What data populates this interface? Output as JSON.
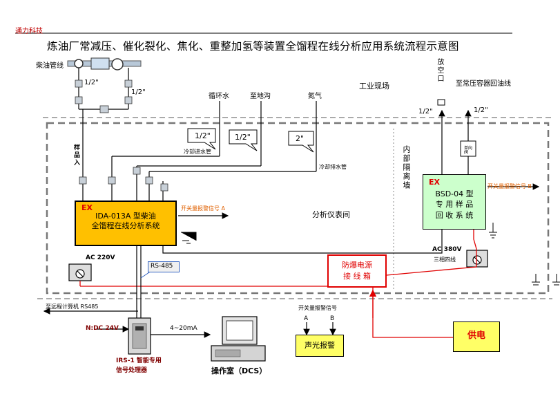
{
  "brand": "通力科技",
  "title": "炼油厂常减压、催化裂化、焦化、重整加氢等装置全馏程在线分析应用系统流程示意图",
  "labels": {
    "diesel_line": "柴油管线",
    "half_inch_a": "1/2\"",
    "half_inch_b": "1/2\"",
    "sample_in": "样品入",
    "circ_water": "循环水",
    "to_drain": "至地沟",
    "nitrogen": "氮气",
    "field": "工业现场",
    "vent": "放空口",
    "to_tank": "至常压容器回油线",
    "half_inch_c": "1/2\"",
    "half_inch_d": "1/2\"",
    "callout_1": "1/2\"",
    "callout_2": "1/2\"",
    "callout_3": "2\"",
    "cool_in": "冷却进水管",
    "cool_out": "冷却排水管",
    "inner_wall": "内部隔离墙",
    "analyzer_room": "分析仪表间",
    "alarm_a": "开关量报警信号 A",
    "alarm_b": "开关量报警信号 B",
    "ac220": "AC 220V",
    "rs485": "RS-485",
    "ac380": "AC 380V",
    "three_phase": "三相四线",
    "remote_pc": "至远程计算机 RS485",
    "ndc": "N:DC 24V",
    "ma": "4~20mA",
    "irs_1": "IRS-1 智能专用",
    "irs_2": "信号处理器",
    "control_room": "操作室（DCS）",
    "alarm_signal": "开关量报警信号",
    "sig_a": "A",
    "sig_b": "B",
    "valve_tag": "单向阀"
  },
  "ida": {
    "ex": "EX",
    "line1": "IDA-013A 型柴油",
    "line2": "全馏程在线分析系统"
  },
  "bsd": {
    "ex": "EX",
    "line1": "BSD-04 型",
    "line2": "专 用 样 品",
    "line3": "回 收 系 统"
  },
  "jbox": {
    "line1": "防爆电源",
    "line2": "接 线 箱"
  },
  "alarm_box": "声光报警",
  "power_box": "供电",
  "colors": {
    "ida": "#ffc000",
    "bsd": "#ccffcc",
    "red": "#e00000",
    "yellow": "#ffff66",
    "orange": "#e06000"
  }
}
